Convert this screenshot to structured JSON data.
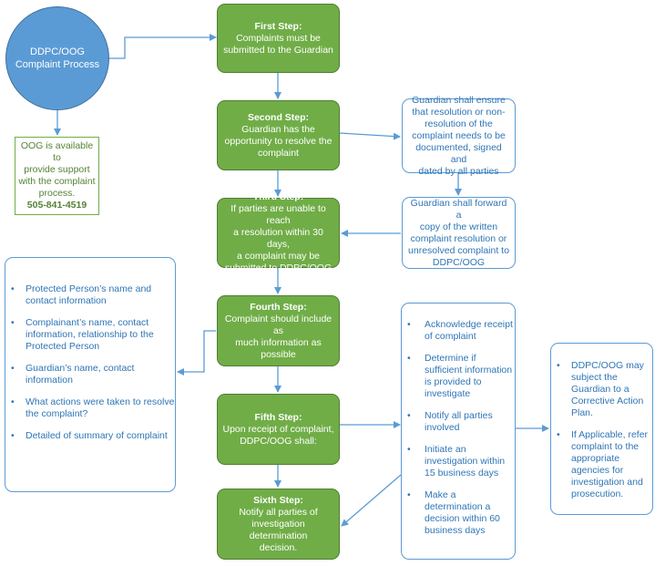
{
  "start": {
    "line1": "DDPC/OOG",
    "line2": "Complaint Process"
  },
  "oog_support": {
    "lines": [
      "OOG is available to",
      "provide support",
      "with the complaint",
      "process."
    ],
    "phone": "505-841-4519"
  },
  "steps": [
    {
      "title": "First Step:",
      "lines": [
        "Complaints must be",
        "submitted to the Guardian"
      ]
    },
    {
      "title": "Second Step:",
      "lines": [
        "Guardian has the",
        "opportunity to resolve the",
        "complaint"
      ]
    },
    {
      "title": "Third Step:",
      "lines": [
        "If parties are unable to reach",
        "a resolution within 30 days,",
        "a complaint may be",
        "submitted to DDPC/OOG"
      ]
    },
    {
      "title": "Fourth Step:",
      "lines": [
        "Complaint should include as",
        "much information as",
        "possible"
      ]
    },
    {
      "title": "Fifth Step:",
      "lines": [
        "Upon receipt of complaint,",
        "DDPC/OOG shall:"
      ]
    },
    {
      "title": "Sixth Step:",
      "lines": [
        "Notify all parties of",
        "investigation determination",
        "decision."
      ]
    }
  ],
  "guardian_ensure": {
    "lines": [
      "Guardian shall ensure",
      "that resolution or non-",
      "resolution of the",
      "complaint needs to be",
      "documented, signed and",
      "dated by all parties"
    ]
  },
  "guardian_forward": {
    "lines": [
      "Guardian shall forward a",
      "copy of the written",
      "complaint resolution or",
      "unresolved complaint to",
      "DDPC/OOG"
    ]
  },
  "complaint_contents": [
    "Protected Person’s name and contact information",
    "Complainant’s name, contact information, relationship to the Protected Person",
    "Guardian’s name, contact information",
    "What actions were taken to resolve the complaint?",
    "Detailed of summary of complaint"
  ],
  "oog_actions": [
    "Acknowledge receipt of complaint",
    "Determine if sufficient information is provided to investigate",
    "Notify all parties involved",
    "Initiate an investigation within 15 business days",
    "Make a determination a decision within 60 business days"
  ],
  "outcomes": [
    "DDPC/OOG may subject the Guardian to a Corrective Action Plan.",
    "If Applicable, refer complaint to  the appropriate agencies for investigation and prosecution."
  ],
  "colors": {
    "green": "#70ad47",
    "blue": "#5b9bd5",
    "arrow": "#5b9bd5",
    "text_blue": "#2e75b6",
    "text_green": "#548235"
  }
}
